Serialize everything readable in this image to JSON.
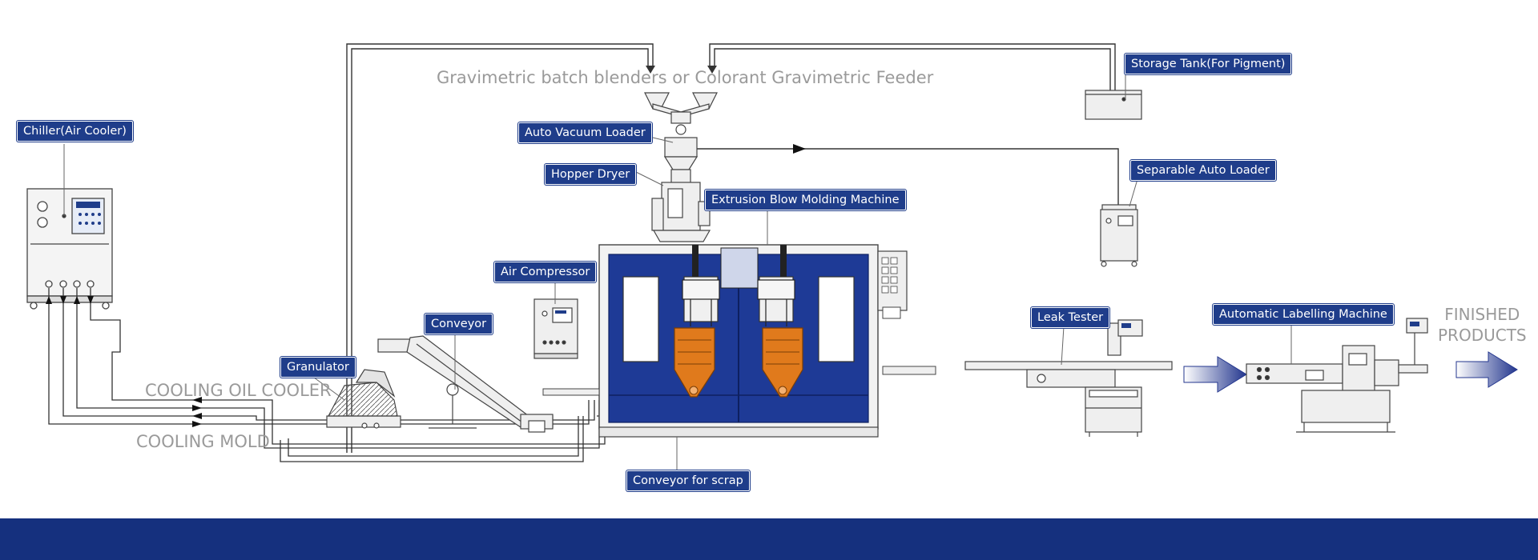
{
  "feeder_caption": "Gravimetric batch blenders or Colorant Gravimetric Feeder",
  "cooling_oil_caption": "COOLING OIL COOLER",
  "cooling_mold_caption": "COOLING MOLD",
  "finished": {
    "line1": "FINISHED",
    "line2": "PRODUCTS"
  },
  "labels": {
    "chiller": "Chiller(Air Cooler)",
    "storage_tank": "Storage Tank(For Pigment)",
    "auto_vacuum_loader": "Auto Vacuum Loader",
    "hopper_dryer": "Hopper Dryer",
    "extrusion_machine": "Extrusion Blow Molding Machine",
    "separable_auto_loader": "Separable Auto Loader",
    "air_compressor": "Air Compressor",
    "conveyor": "Conveyor",
    "granulator": "Granulator",
    "leak_tester": "Leak Tester",
    "labelling_machine": "Automatic Labelling Machine",
    "scrap_conveyor": "Conveyor for scrap"
  },
  "colors": {
    "label_bg": "#1f3d8a",
    "machine_blue": "#1e3a96",
    "mold_orange": "#e07a1c",
    "arrow_blue": "#23368e",
    "footer": "#15307e",
    "caption_gray": "#9a9a9a"
  }
}
